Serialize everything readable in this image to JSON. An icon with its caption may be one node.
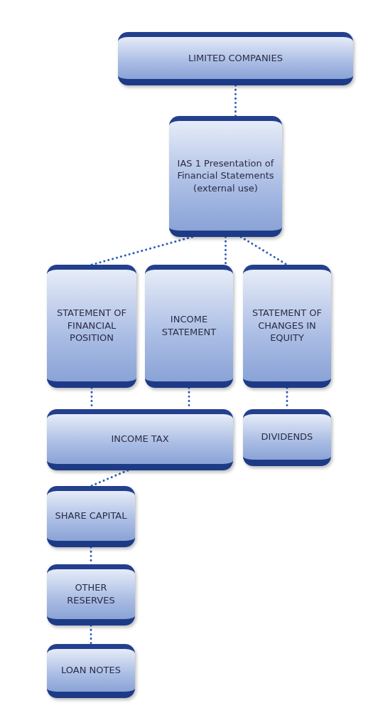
{
  "diagram": {
    "nodes": [
      {
        "text": [
          "LIMITED COMPANIES"
        ]
      },
      {
        "text": [
          "IAS 1 Presentation of Financial Statements (external use)"
        ]
      },
      {
        "text": [
          "STATEMENT OF FINANCIAL POSITION"
        ]
      },
      {
        "text": [
          "INCOME STATEMENT"
        ]
      },
      {
        "text": [
          "STATEMENT OF CHANGES IN EQUITY"
        ]
      },
      {
        "text": [
          "INCOME TAX"
        ]
      },
      {
        "text": [
          "DIVIDENDS"
        ]
      },
      {
        "text": [
          "SHARE CAPITAL"
        ]
      },
      {
        "text": [
          "OTHER RESERVES"
        ]
      },
      {
        "text": [
          "LOAN NOTES"
        ]
      }
    ],
    "edges": [
      {
        "from": 0,
        "to": 1,
        "arrow": "none"
      },
      {
        "from": 1,
        "to": 2,
        "arrow": "none"
      },
      {
        "from": 1,
        "to": 3,
        "arrow": "none"
      },
      {
        "from": 1,
        "to": 4,
        "arrow": "none"
      },
      {
        "from": 2,
        "to": 5,
        "arrow": "none"
      },
      {
        "from": 3,
        "to": 5,
        "arrow": "none"
      },
      {
        "from": 4,
        "to": 6,
        "arrow": "none"
      },
      {
        "from": 5,
        "to": 7,
        "arrow": "none"
      },
      {
        "from": 7,
        "to": 8,
        "arrow": "none"
      },
      {
        "from": 8,
        "to": 9,
        "arrow": "none"
      }
    ]
  }
}
